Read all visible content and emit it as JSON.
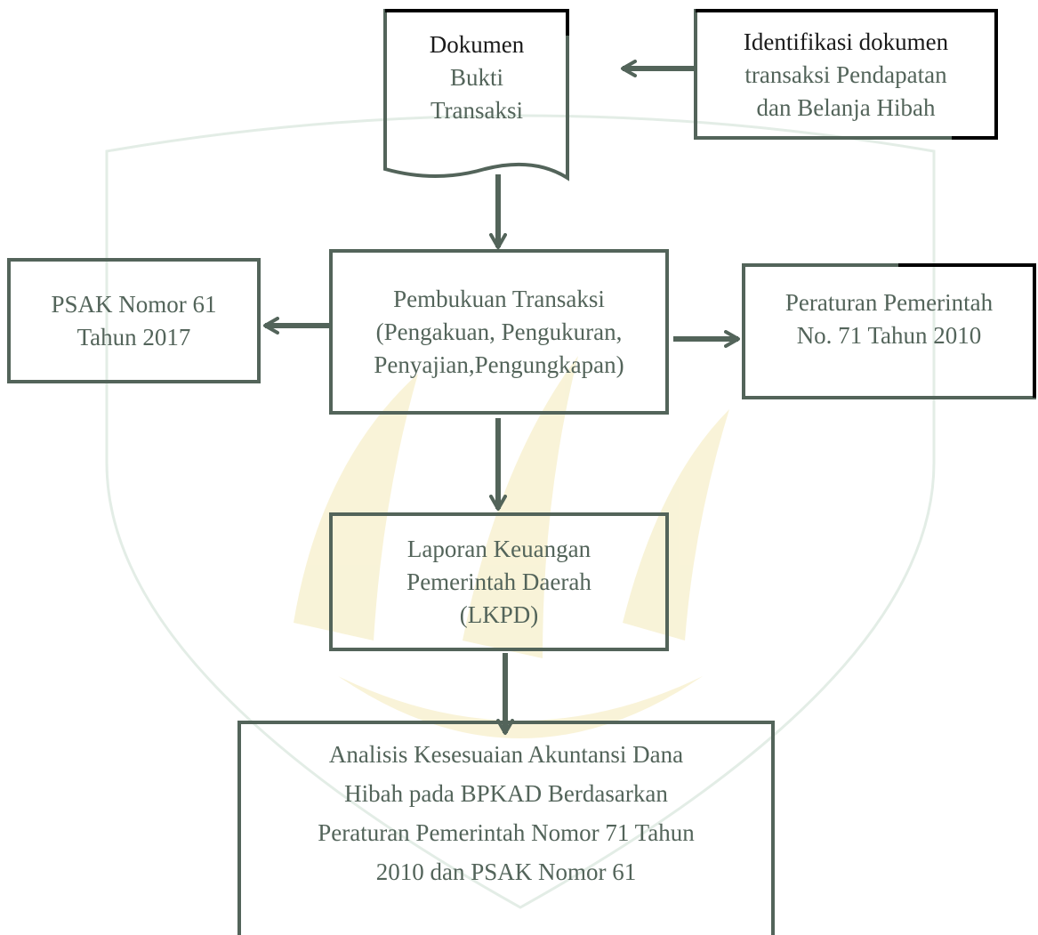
{
  "diagram": {
    "nodes": {
      "dokumen": {
        "lines": [
          "Dokumen",
          "Bukti",
          "Transaksi"
        ]
      },
      "identifikasi": {
        "lines": [
          "Identifikasi dokumen",
          "transaksi Pendapatan",
          "dan Belanja Hibah"
        ]
      },
      "pembukuan": {
        "lines": [
          "Pembukuan Transaksi",
          "(Pengakuan, Pengukuran,",
          "Penyajian,Pengungkapan)"
        ]
      },
      "psak": {
        "lines": [
          "PSAK Nomor 61",
          "Tahun 2017"
        ]
      },
      "peraturan": {
        "lines": [
          "Peraturan Pemerintah",
          "No. 71 Tahun 2010"
        ]
      },
      "laporan": {
        "lines": [
          "Laporan Keuangan",
          "Pemerintah Daerah",
          "(LKPD)"
        ]
      },
      "analisis": {
        "lines": [
          "Analisis Kesesuaian Akuntansi Dana",
          "Hibah pada BPKAD Berdasarkan",
          "Peraturan Pemerintah Nomor 71 Tahun",
          "2010 dan PSAK Nomor 61"
        ]
      }
    },
    "colors": {
      "border": "#53645a",
      "text": "#53645a",
      "arrow": "#53645a",
      "border_dark": "#000000",
      "watermark": "#e6efe8",
      "watermark_gold": "#f7f0c8"
    }
  }
}
